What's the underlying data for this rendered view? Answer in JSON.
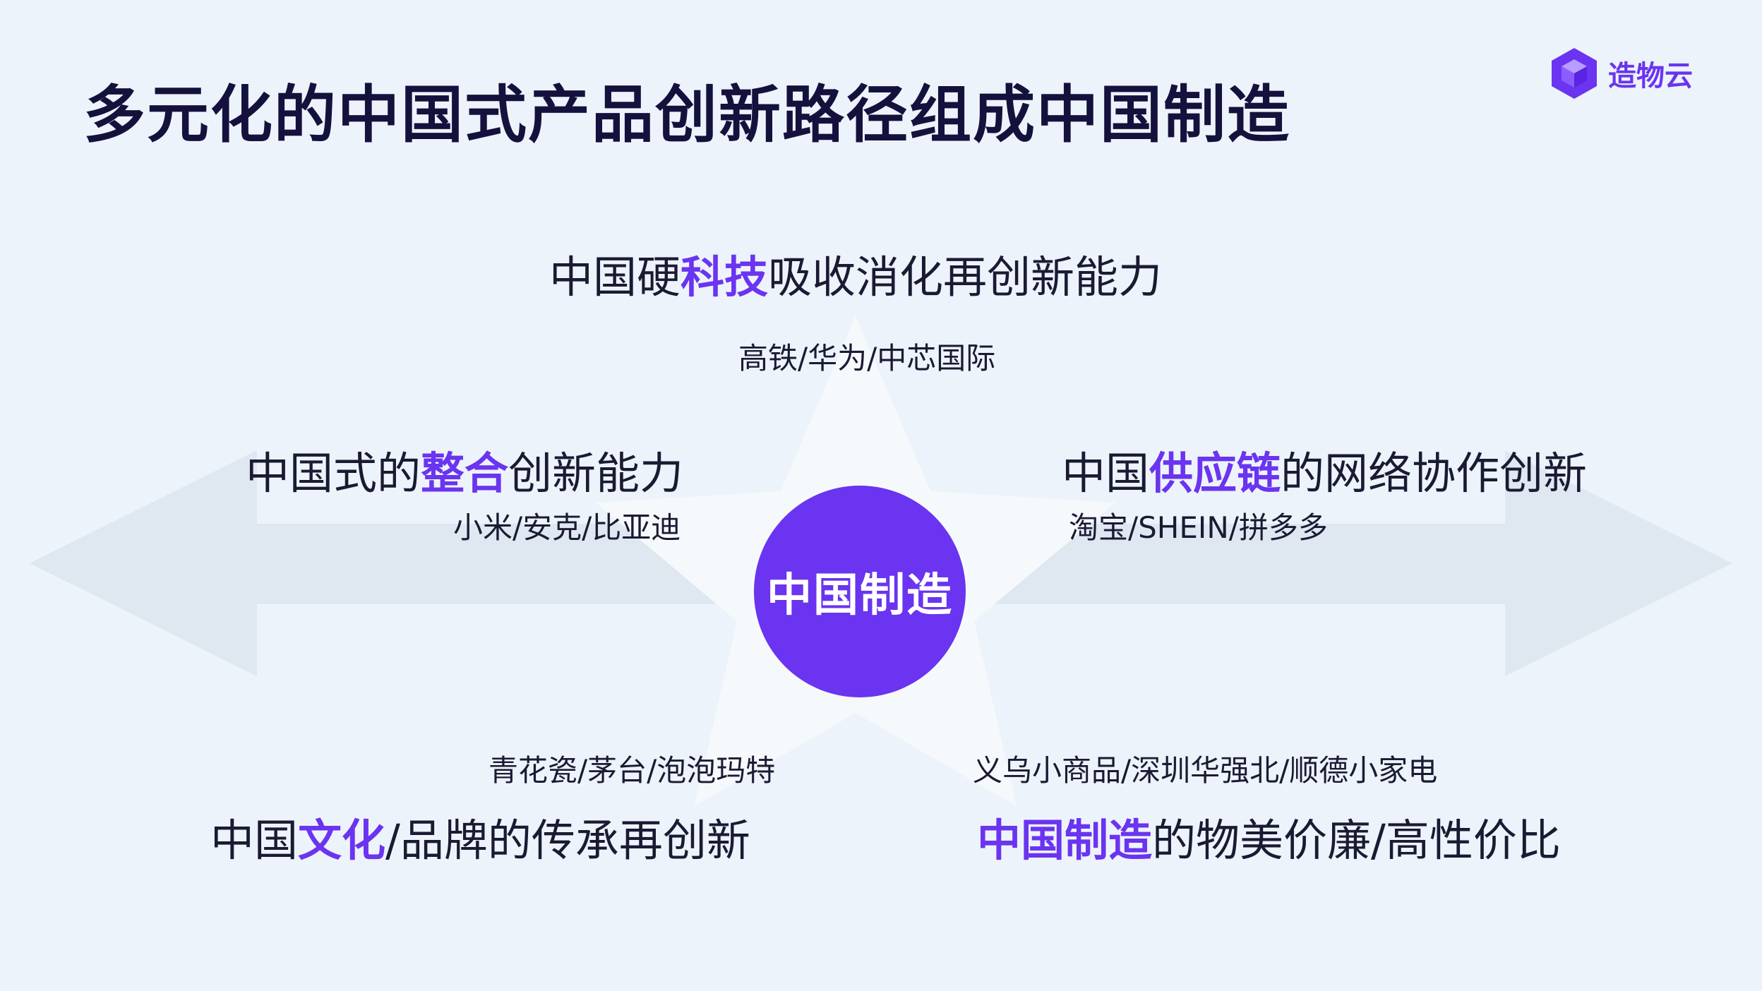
{
  "title": "多元化的中国式产品创新路径组成中国制造",
  "logo": {
    "text": "造物云",
    "icon": "cube-logo-icon",
    "color": "#6a34f0"
  },
  "colors": {
    "accent": "#6a34f0",
    "text": "#1b1a33",
    "background": "#edf3fa"
  },
  "center": {
    "label": "中国制造"
  },
  "paths": {
    "top": {
      "pre": "中国硬",
      "highlight": "科技",
      "post": "吸收消化再创新能力",
      "examples": "高铁/华为/中芯国际"
    },
    "left": {
      "pre": "中国式的",
      "highlight": "整合",
      "post": "创新能力",
      "examples": "小米/安克/比亚迪"
    },
    "right": {
      "pre": "中国",
      "highlight": "供应链",
      "post": "的网络协作创新",
      "examples": "淘宝/SHEIN/拼多多"
    },
    "bottom_left": {
      "pre": "中国",
      "highlight": "文化",
      "post": "/品牌的传承再创新",
      "examples": "青花瓷/茅台/泡泡玛特"
    },
    "bottom_right": {
      "pre": "",
      "highlight": "中国制造",
      "post": "的物美价廉/高性价比",
      "examples": "义乌小商品/深圳华强北/顺德小家电"
    }
  }
}
